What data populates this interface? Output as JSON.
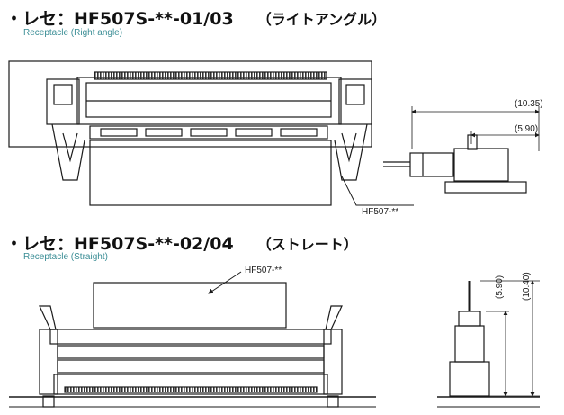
{
  "section1": {
    "title": "・レセ：HF507S-**-01/03",
    "orientation": "（ライトアングル）",
    "subtitle": "Receptacle (Right angle)",
    "callout": "HF507-**",
    "dimensions": [
      "(10.35)",
      "(5.90)"
    ]
  },
  "section2": {
    "title": "・レセ：HF507S-**-02/04",
    "orientation": "（ストレート）",
    "subtitle": "Receptacle (Straight)",
    "callout": "HF507-**",
    "dimensions": [
      "(5.90)",
      "(10.40)"
    ]
  },
  "colors": {
    "line": "#1a1a1a",
    "subtitle": "#3a8d95",
    "hatch": "#555555"
  }
}
